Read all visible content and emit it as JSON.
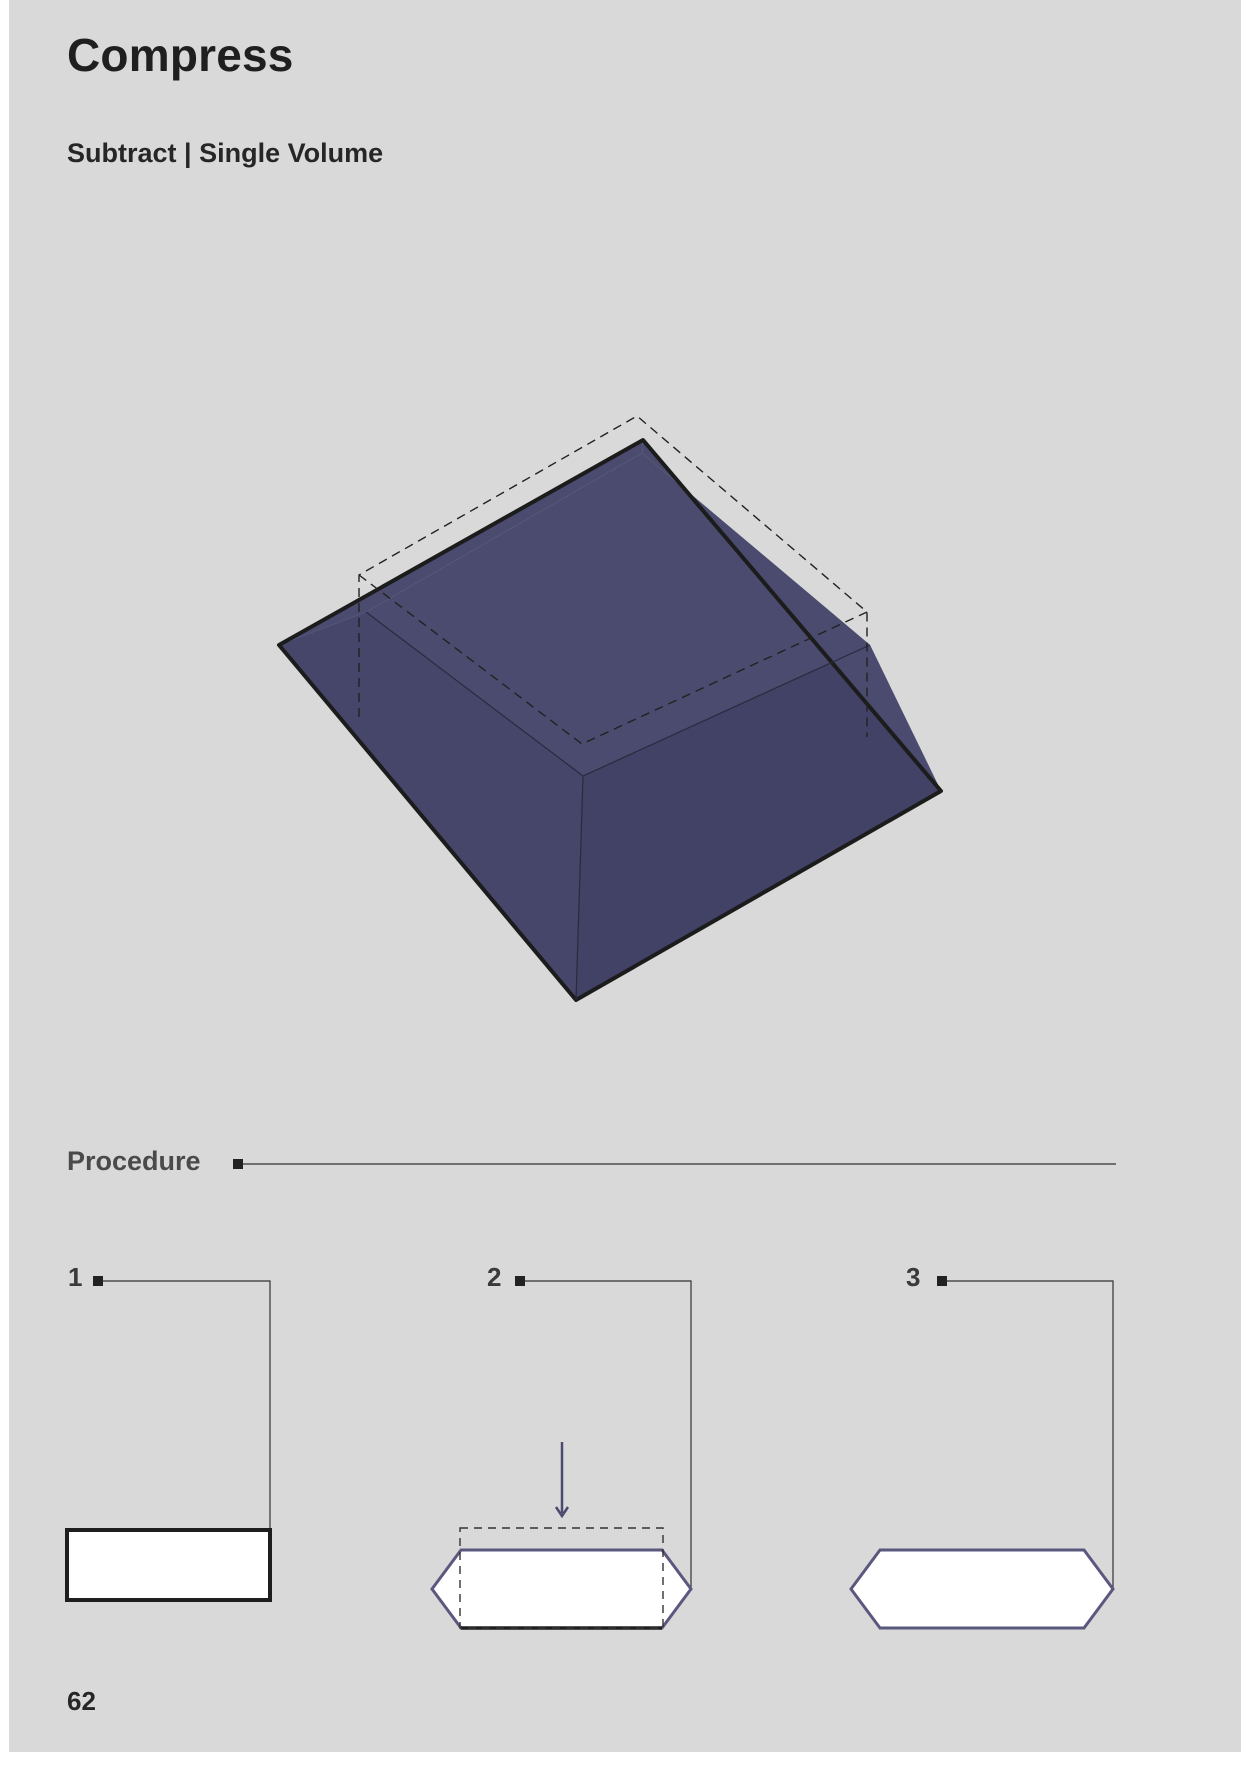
{
  "title": "Compress",
  "subtitle": "Subtract | Single Volume",
  "section": "Procedure",
  "steps": [
    {
      "number": "1"
    },
    {
      "number": "2"
    },
    {
      "number": "3"
    }
  ],
  "page_number": "62",
  "colors": {
    "background": "#d9d9d9",
    "volume_top": "#4a4b6e",
    "volume_side_left": "#45466a",
    "volume_side_right": "#414266",
    "outline": "#5a587e",
    "dark": "#1f1f1f"
  }
}
